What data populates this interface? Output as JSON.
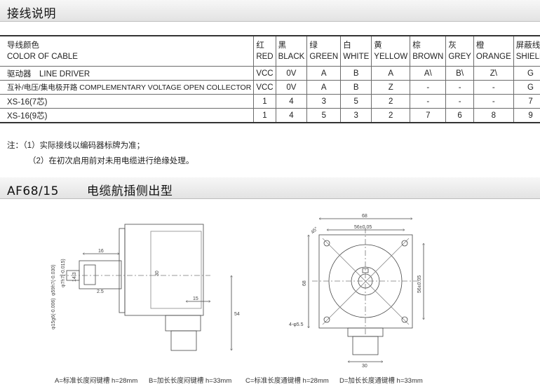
{
  "section1": {
    "title": "接线说明"
  },
  "wiring": {
    "header_cn": "导线颜色",
    "header_en": "COLOR OF CABLE",
    "colors": [
      {
        "cn": "红",
        "en": "RED"
      },
      {
        "cn": "黑",
        "en": "BLACK"
      },
      {
        "cn": "绿",
        "en": "GREEN"
      },
      {
        "cn": "白",
        "en": "WHITE"
      },
      {
        "cn": "黄",
        "en": "YELLOW"
      },
      {
        "cn": "棕",
        "en": "BROWN"
      },
      {
        "cn": "灰",
        "en": "GREY"
      },
      {
        "cn": "橙",
        "en": "ORANGE"
      },
      {
        "cn": "屏蔽线",
        "en": "SHIELD"
      }
    ],
    "rows": [
      {
        "label": "驱动器　LINE DRIVER",
        "cells": [
          "VCC",
          "0V",
          "A",
          "B",
          "A",
          "A\\",
          "B\\",
          "Z\\",
          "G"
        ]
      },
      {
        "label": "互补/电压/集电极开路 COMPLEMENTARY VOLTAGE OPEN COLLECTOR",
        "cells": [
          "VCC",
          "0V",
          "A",
          "B",
          "Z",
          "-",
          "-",
          "-",
          "G"
        ]
      },
      {
        "label": "XS-16(7芯)",
        "cells": [
          "1",
          "4",
          "3",
          "5",
          "2",
          "-",
          "-",
          "-",
          "7"
        ]
      },
      {
        "label": "XS-16(9芯)",
        "cells": [
          "1",
          "4",
          "5",
          "3",
          "2",
          "7",
          "6",
          "8",
          "9"
        ]
      }
    ]
  },
  "notes": [
    "注：（1）实际接线以编码器标牌为准；",
    "（2）在初次启用前对未用电缆进行绝缘处理。"
  ],
  "section2": {
    "model": "AF68/15",
    "title": "电缆航插侧出型"
  },
  "dims": {
    "side_d16": "16",
    "side_d15": "15",
    "side_d54": "54",
    "side_d30": "30",
    "side_shaft_d1": "φ59h7(-0.030)",
    "side_shaft_d2": "φ7h7(-0.015)",
    "side_shaft_d3": "φ15g6(-0.006)",
    "side_d14": "14.3",
    "side_d2": "2.5",
    "front_w68": "68",
    "front_w56": "56±0.05",
    "front_h68": "68",
    "front_h56": "56±0.05",
    "front_holes": "4-φ5.5",
    "front_angle": "45°",
    "front_w30": "30"
  },
  "captions": [
    "A=标准长度闷键槽 h=28mm",
    "B=加长长度闷键槽 h=33mm",
    "C=标准长度通键槽 h=28mm",
    "D=加长长度通键槽 h=33mm"
  ]
}
